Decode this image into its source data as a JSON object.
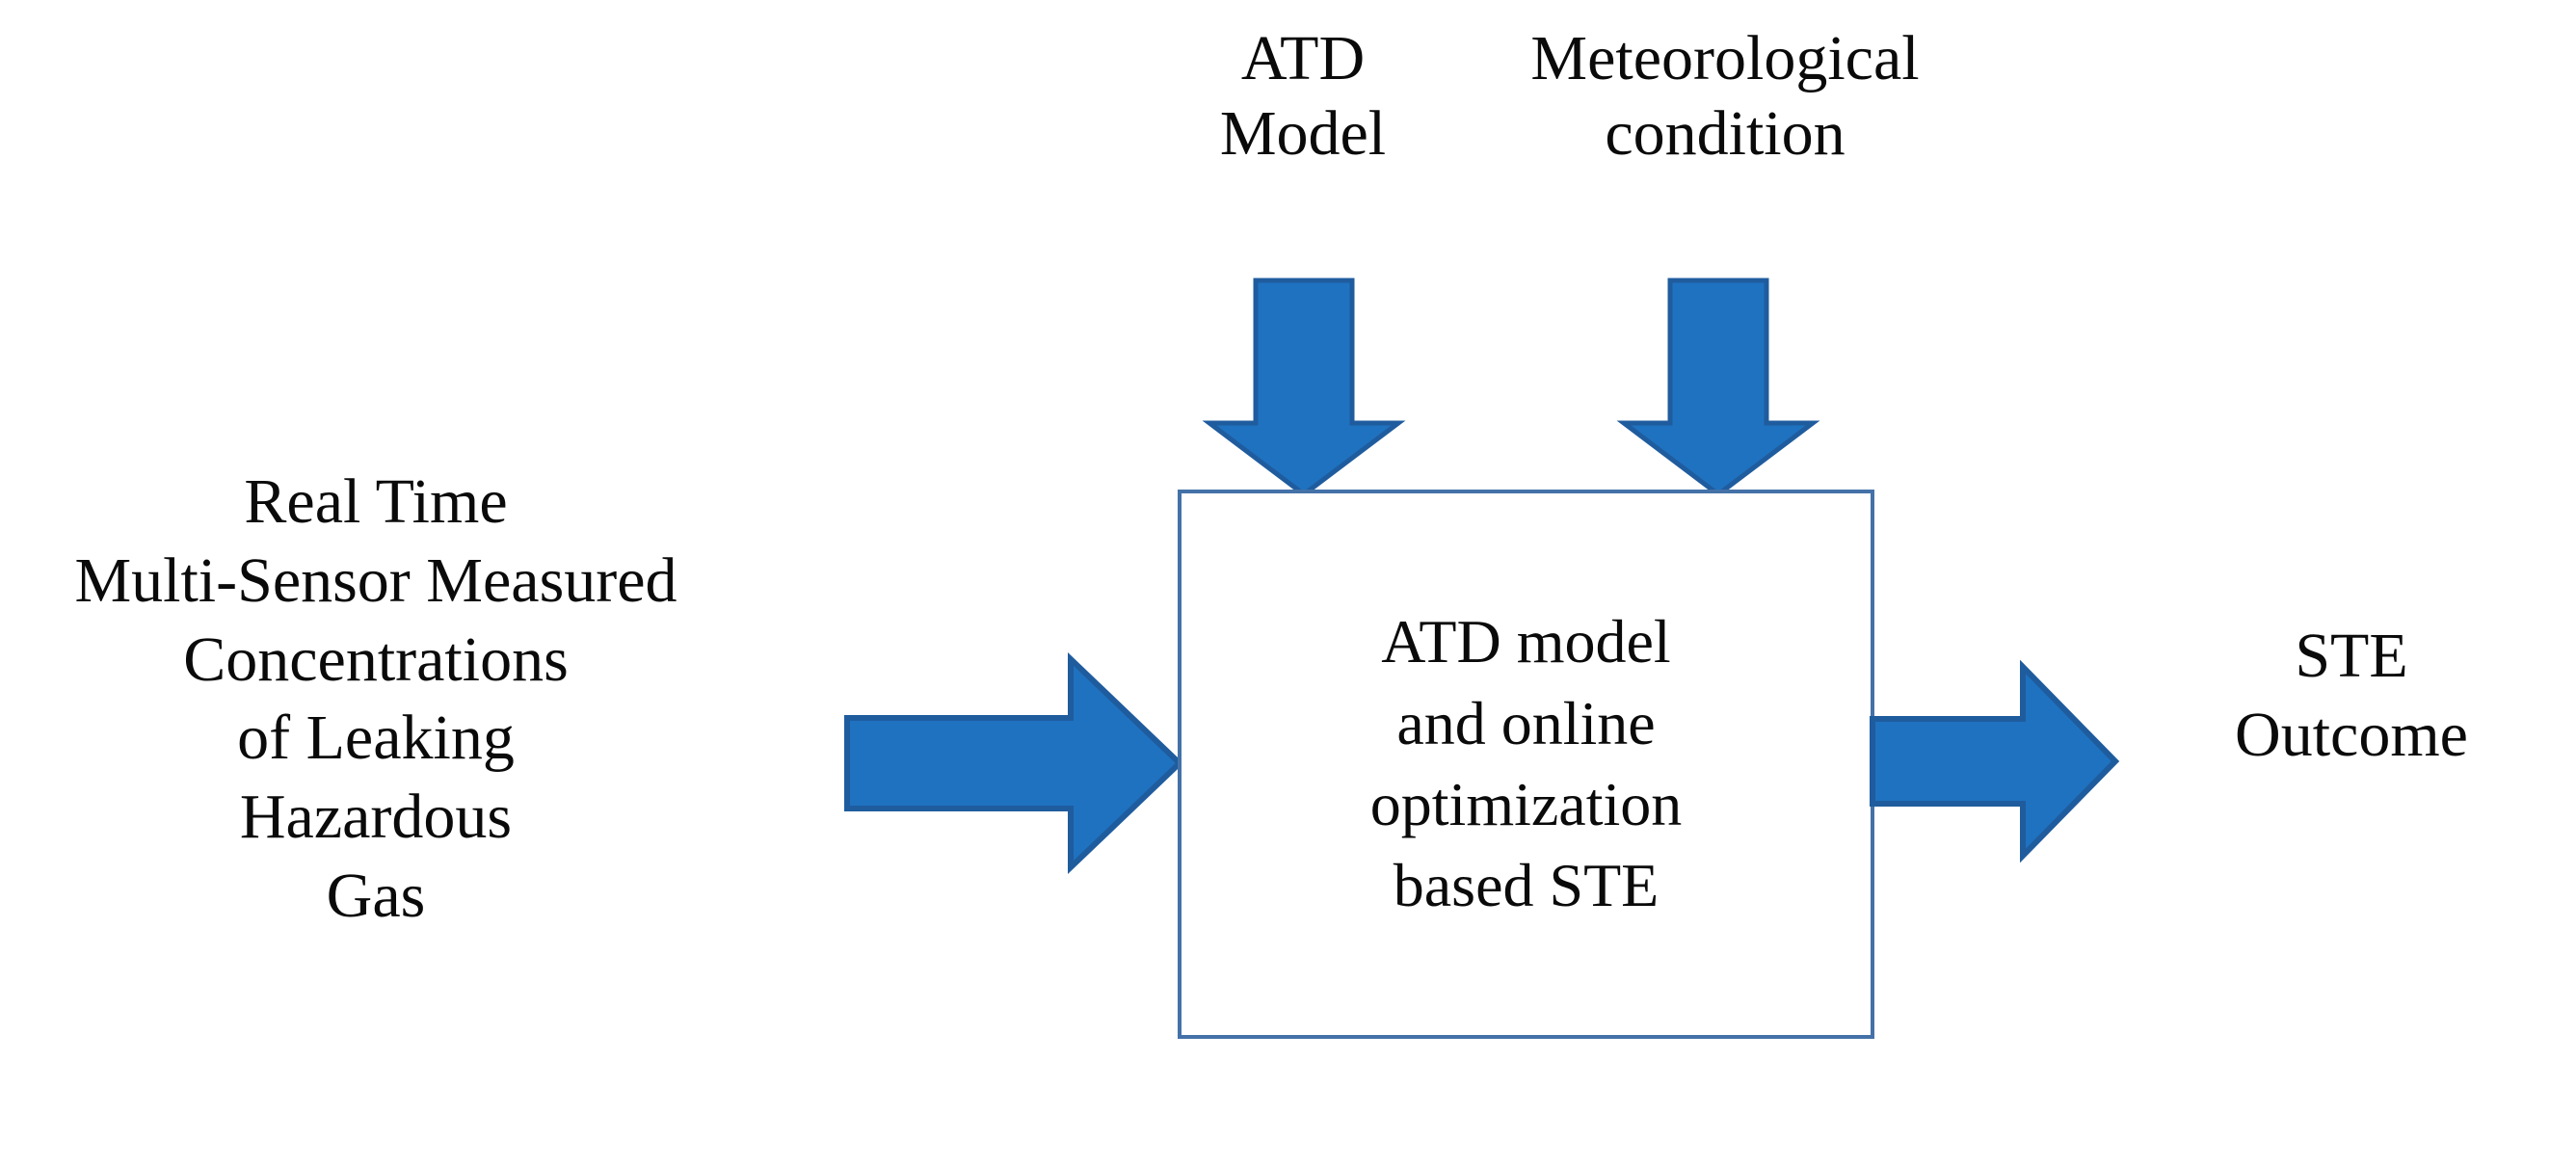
{
  "diagram": {
    "title": "ATD model and online optimization based source term estimation block diagram",
    "background_color": "#FFFFFF",
    "accent_color": "#1F72C0",
    "accent_stroke_color": "#1F5C9E",
    "box_border_color": "#4472A8",
    "text_color": "#0A0A0A",
    "inputs_top": [
      {
        "id": "atd-model",
        "label": "ATD\nModel"
      },
      {
        "id": "meteorological-condition",
        "label": "Meteorological\ncondition"
      }
    ],
    "input_left": {
      "id": "measured-concentrations",
      "label": "Real Time\nMulti-Sensor Measured\nConcentrations\nof Leaking\nHazardous\nGas"
    },
    "process": {
      "id": "ate-ste-process",
      "label": "ATD model\nand online\noptimization\nbased STE"
    },
    "output_right": {
      "id": "ste-outcome",
      "label": "STE\nOutcome"
    },
    "arrows": [
      {
        "id": "arrow-down-atd",
        "direction": "down",
        "from": "ATD Model",
        "to": "ATD model and online optimization based STE"
      },
      {
        "id": "arrow-down-meteo",
        "direction": "down",
        "from": "Meteorological condition",
        "to": "ATD model and online optimization based STE"
      },
      {
        "id": "arrow-right-input",
        "direction": "right",
        "from": "Real Time Multi-Sensor Measured Concentrations of Leaking Hazardous Gas",
        "to": "ATD model and online optimization based STE"
      },
      {
        "id": "arrow-right-output",
        "direction": "right",
        "from": "ATD model and online optimization based STE",
        "to": "STE Outcome"
      }
    ]
  }
}
